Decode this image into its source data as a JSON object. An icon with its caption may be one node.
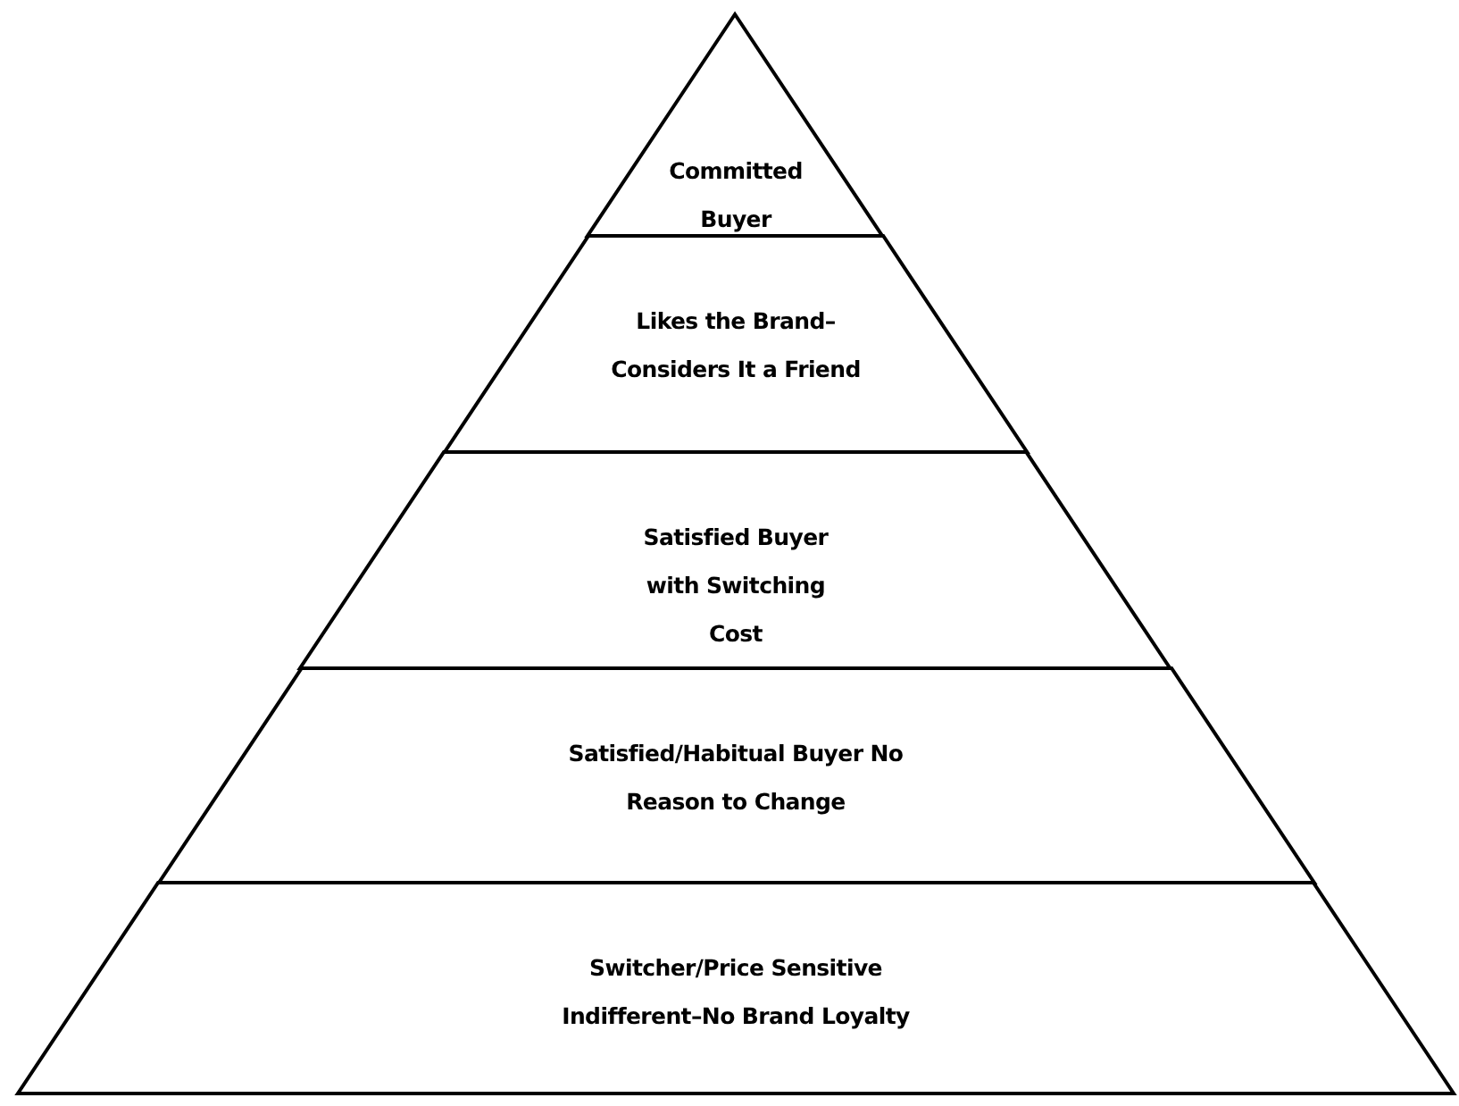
{
  "diagram": {
    "nodes": [
      {
        "text": [
          "Committed Buyer"
        ]
      },
      {
        "text": [
          "Likes the Brand– Considers It a Friend"
        ]
      },
      {
        "text": [
          "Satisfied Buyer with Switching Cost"
        ]
      },
      {
        "text": [
          "Satisfied/Habitual Buyer No Reason to Change"
        ]
      },
      {
        "text": [
          "Switcher/Price Sensitive Indifferent–No Brand Loyalty"
        ]
      }
    ]
  }
}
